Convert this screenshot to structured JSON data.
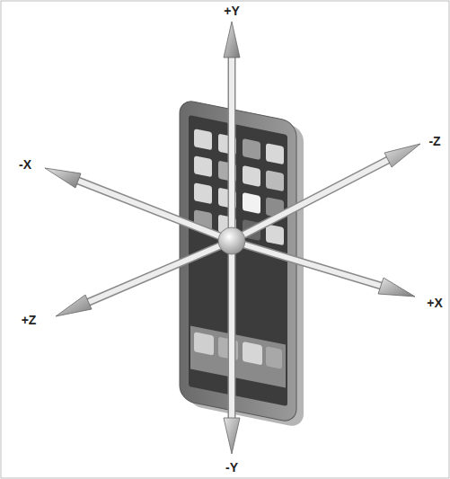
{
  "diagram": {
    "labels": [
      "+Y",
      "-X",
      "-Z",
      "+Z",
      "+X",
      "-Y"
    ]
  }
}
